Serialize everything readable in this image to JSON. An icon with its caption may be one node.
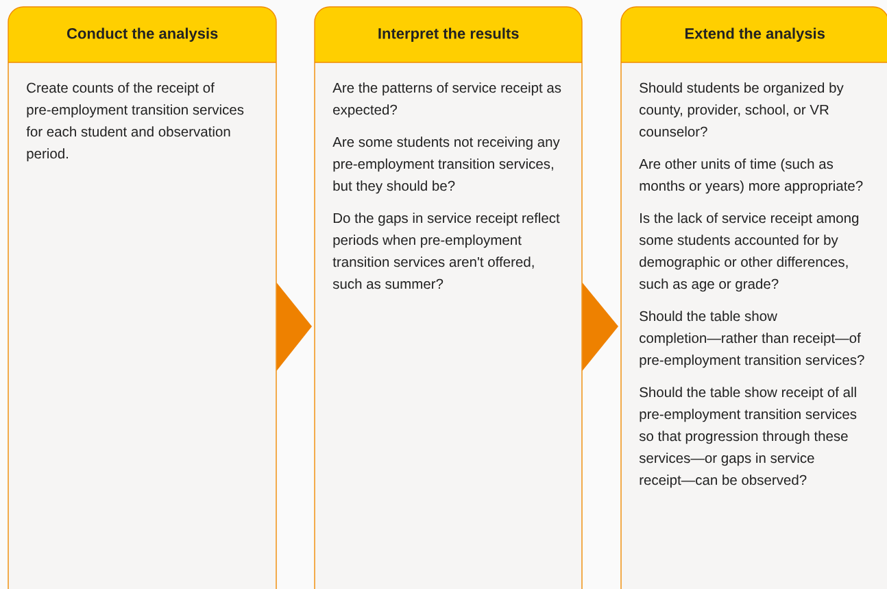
{
  "diagram": {
    "nodes": [
      {
        "text": [
          "Conduct the analysis",
          "Create counts of the receipt of pre-employment transition services for each student and observation period."
        ]
      },
      {
        "text": [
          "Interpret the results",
          "Are the patterns of service receipt as expected?",
          "Are some students not receiving any pre-employment transition services, but they should be?",
          "Do the gaps in service receipt reflect periods when pre-employment transition services aren't offered, such as summer?"
        ]
      },
      {
        "text": [
          "Extend the analysis",
          "Should students be organized by county, provider, school, or VR counselor?",
          "Are other units of time (such as months or years) more appropriate?",
          "Is the lack of service receipt among some students accounted for by demographic or other differences, such as age or grade?",
          "Should the table show completion—rather than receipt—of pre-employment transition services?",
          "Should the table show receipt of all pre-employment transition services so that progression through these services—or gaps in service receipt—can be observed?"
        ]
      }
    ],
    "edges": [
      {
        "from": 0,
        "to": 1,
        "arrow": "to"
      },
      {
        "from": 1,
        "to": 2,
        "arrow": "to"
      }
    ]
  }
}
